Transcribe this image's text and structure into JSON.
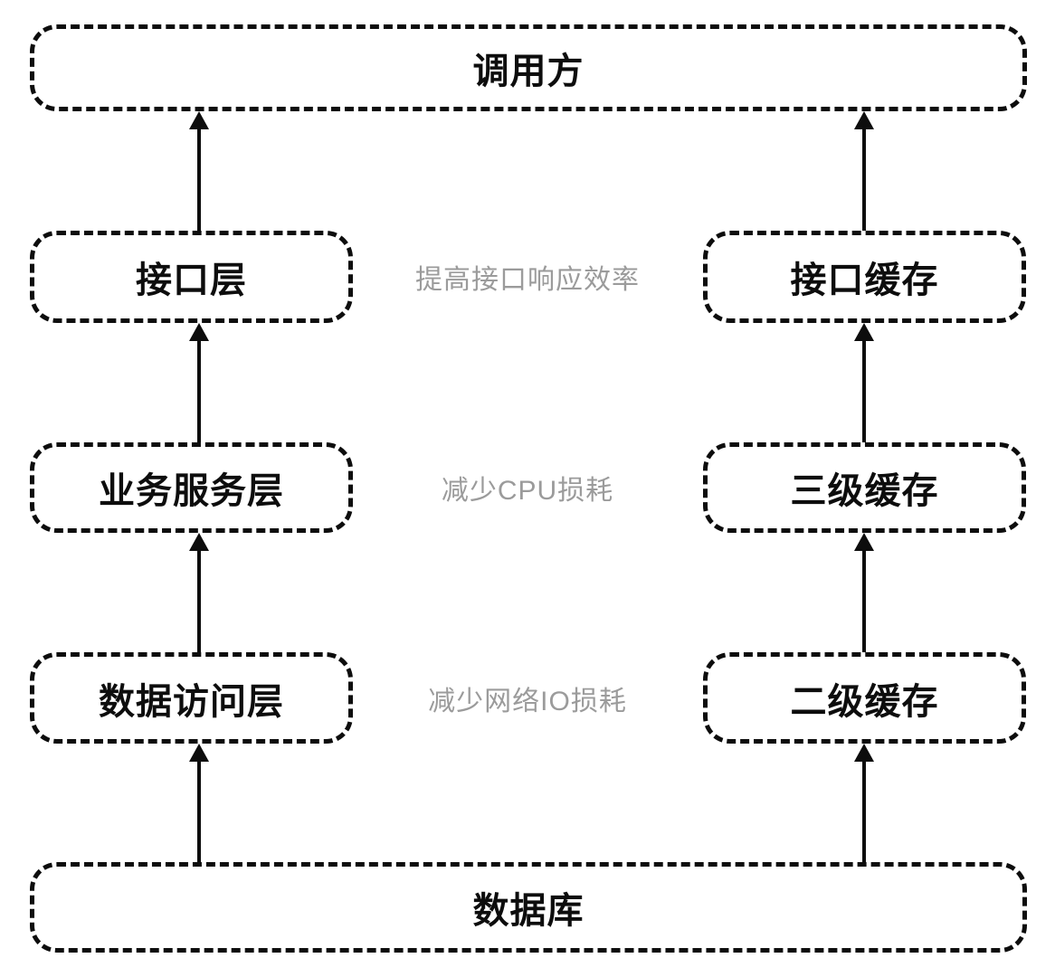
{
  "diagram": {
    "background_color": "#ffffff",
    "line_color": "#0d0d0d",
    "annotation_color": "#9b9b9b"
  },
  "nodes": {
    "caller": {
      "label": "调用方"
    },
    "interface_layer": {
      "label": "接口层"
    },
    "interface_cache": {
      "label": "接口缓存"
    },
    "service_layer": {
      "label": "业务服务层"
    },
    "level3_cache": {
      "label": "三级缓存"
    },
    "data_access_layer": {
      "label": "数据访问层"
    },
    "level2_cache": {
      "label": "二级缓存"
    },
    "database": {
      "label": "数据库"
    }
  },
  "annotations": {
    "interface_row": {
      "text": "提高接口响应效率"
    },
    "service_row": {
      "text": "减少CPU损耗"
    },
    "data_row": {
      "text": "减少网络IO损耗"
    }
  }
}
